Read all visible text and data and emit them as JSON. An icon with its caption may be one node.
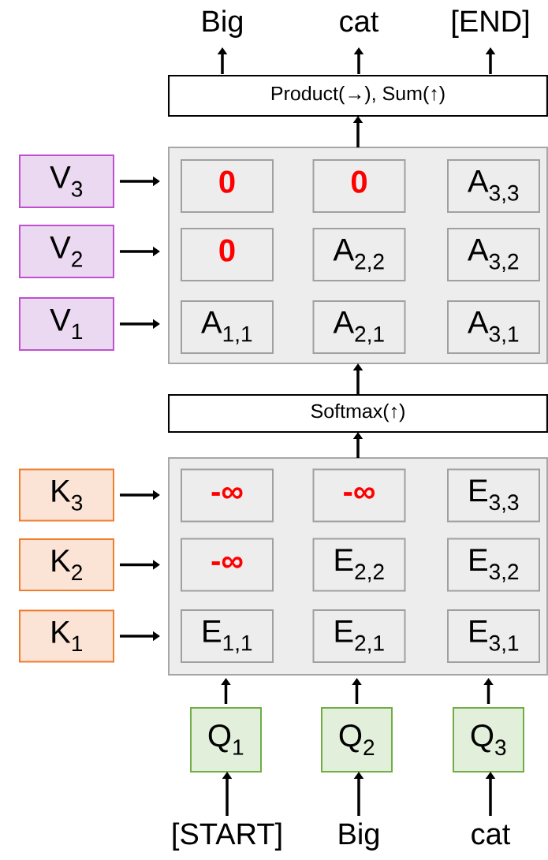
{
  "diagram": {
    "nodes": [
      {
        "text": [
          "Big"
        ]
      },
      {
        "text": [
          "cat"
        ]
      },
      {
        "text": [
          "[END]"
        ]
      },
      {
        "text": [
          "Product(→),  Sum(↑)"
        ]
      },
      {
        "text": [],
        "shape": "box"
      },
      {
        "text": [
          "0"
        ],
        "in": 4
      },
      {
        "text": [
          "0"
        ],
        "in": 4
      },
      {
        "text": [
          "A$_{3,3}$"
        ],
        "in": 4
      },
      {
        "text": [
          "0"
        ],
        "in": 4
      },
      {
        "text": [
          "A$_{2,2}$"
        ],
        "in": 4
      },
      {
        "text": [
          "A$_{3,2}$"
        ],
        "in": 4
      },
      {
        "text": [
          "A$_{1,1}$"
        ],
        "in": 4
      },
      {
        "text": [
          "A$_{2,1}$"
        ],
        "in": 4
      },
      {
        "text": [
          "A$_{3,1}$"
        ],
        "in": 4
      },
      {
        "text": [
          "V$_{3}$"
        ]
      },
      {
        "text": [
          "V$_{2}$"
        ]
      },
      {
        "text": [
          "V$_{1}$"
        ]
      },
      {
        "text": [
          "Softmax(↑)"
        ]
      },
      {
        "text": [],
        "shape": "box"
      },
      {
        "text": [
          "-∞"
        ],
        "in": 18
      },
      {
        "text": [
          "-∞"
        ],
        "in": 18
      },
      {
        "text": [
          "E$_{3,3}$"
        ],
        "in": 18
      },
      {
        "text": [
          "-∞"
        ],
        "in": 18
      },
      {
        "text": [
          "E$_{2,2}$"
        ],
        "in": 18
      },
      {
        "text": [
          "E$_{3,2}$"
        ],
        "in": 18
      },
      {
        "text": [
          "E$_{1,1}$"
        ],
        "in": 18
      },
      {
        "text": [
          "E$_{2,1}$"
        ],
        "in": 18
      },
      {
        "text": [
          "E$_{3,1}$"
        ],
        "in": 18
      },
      {
        "text": [
          "K$_{3}$"
        ]
      },
      {
        "text": [
          "K$_{2}$"
        ]
      },
      {
        "text": [
          "K$_{1}$"
        ]
      },
      {
        "text": [
          "Q$_{1}$"
        ]
      },
      {
        "text": [
          "Q$_{2}$"
        ]
      },
      {
        "text": [
          "Q$_{3}$"
        ]
      },
      {
        "text": [
          "[START]"
        ]
      },
      {
        "text": [
          "Big"
        ]
      },
      {
        "text": [
          "cat"
        ]
      }
    ],
    "edges": [
      {
        "from": 3,
        "to": 0,
        "arrow": "to"
      },
      {
        "from": 3,
        "to": 1,
        "arrow": "to"
      },
      {
        "from": 3,
        "to": 2,
        "arrow": "to"
      },
      {
        "from": 4,
        "to": 3,
        "arrow": "to"
      },
      {
        "from": 14,
        "to": 4,
        "arrow": "to"
      },
      {
        "from": 15,
        "to": 4,
        "arrow": "to"
      },
      {
        "from": 16,
        "to": 4,
        "arrow": "to"
      },
      {
        "from": 17,
        "to": 4,
        "arrow": "to"
      },
      {
        "from": 18,
        "to": 17,
        "arrow": "to"
      },
      {
        "from": 28,
        "to": 18,
        "arrow": "to"
      },
      {
        "from": 29,
        "to": 18,
        "arrow": "to"
      },
      {
        "from": 30,
        "to": 18,
        "arrow": "to"
      },
      {
        "from": 31,
        "to": 18,
        "arrow": "to"
      },
      {
        "from": 32,
        "to": 18,
        "arrow": "to"
      },
      {
        "from": 33,
        "to": 18,
        "arrow": "to"
      },
      {
        "from": 34,
        "to": 31,
        "arrow": "to"
      },
      {
        "from": 35,
        "to": 32,
        "arrow": "to"
      },
      {
        "from": 36,
        "to": 33,
        "arrow": "to"
      }
    ]
  }
}
